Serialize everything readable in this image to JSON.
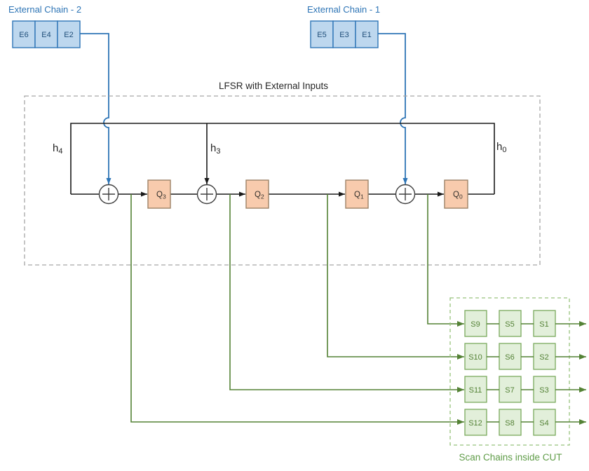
{
  "external_chain_2": {
    "title": "External Chain - 2",
    "cells": [
      "E6",
      "E4",
      "E2"
    ]
  },
  "external_chain_1": {
    "title": "External Chain - 1",
    "cells": [
      "E5",
      "E3",
      "E1"
    ]
  },
  "lfsr": {
    "title": "LFSR with External Inputs",
    "taps": [
      {
        "base": "h",
        "sub": "4"
      },
      {
        "base": "h",
        "sub": "3"
      },
      {
        "base": "h",
        "sub": "0"
      }
    ],
    "registers": [
      {
        "base": "Q",
        "sub": "3"
      },
      {
        "base": "Q",
        "sub": "2"
      },
      {
        "base": "Q",
        "sub": "1"
      },
      {
        "base": "Q",
        "sub": "0"
      }
    ]
  },
  "scan": {
    "title": "Scan Chains inside CUT",
    "rows": [
      [
        "S9",
        "S5",
        "S1"
      ],
      [
        "S10",
        "S6",
        "S2"
      ],
      [
        "S11",
        "S7",
        "S3"
      ],
      [
        "S12",
        "S8",
        "S4"
      ]
    ]
  },
  "colors": {
    "blue_accent": "#2E75B6",
    "blue_fill": "#BDD7EE",
    "blue_text": "#1F4E79",
    "register_fill": "#F8CBAD",
    "register_border": "#9d8266",
    "green_line": "#548235",
    "scan_fill": "#E2EFDA",
    "scan_border": "#7aa95c",
    "scan_text": "#538135",
    "dashed_gray": "#A6A6A6",
    "dashed_green": "#97C27C",
    "wire_black": "#1a1a1a"
  }
}
